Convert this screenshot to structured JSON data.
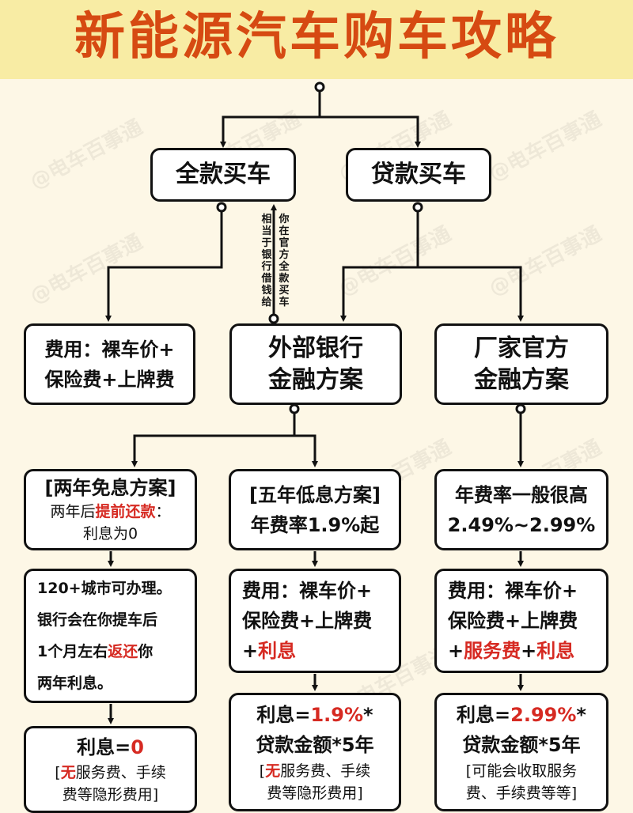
{
  "title": "新能源汽车购车攻略",
  "watermark": "@电车百事通",
  "colors": {
    "title": "#d64a12",
    "title_bg": "#f8eca4",
    "accent_red": "#d62a22",
    "bg": "#fdf7e6"
  },
  "nodes": {
    "full_pay": "全款买车",
    "loan": "贷款买车",
    "full_cost_l1": "费用：裸车价+",
    "full_cost_l2": "保险费+上牌费",
    "bank": {
      "l1": "外部银行",
      "l2": "金融方案"
    },
    "maker": {
      "l1": "厂家官方",
      "l2": "金融方案"
    },
    "vertical_left": "相当于银行借钱给",
    "vertical_right": "你在官方全款买车"
  },
  "bank_plans": {
    "two_year": {
      "title": "[两年免息方案]",
      "l2_pre": "两年后",
      "l2_red": "提前还款",
      "l2_post": "：",
      "l3": "利息为0",
      "detail_l1": "120+城市可办理。",
      "detail_l2": "银行会在你提车后",
      "detail_l3_pre": "1个月左右",
      "detail_l3_red": "返还",
      "detail_l3_post": "你",
      "detail_l4": "两年利息。",
      "result_pre": "利息=",
      "result_red": "0",
      "note_red": "无",
      "note_l1": "服务费、手续",
      "note_l2": "费等隐形费用]",
      "note_open": "["
    },
    "five_year": {
      "title": "[五年低息方案]",
      "rate": "年费率1.9%起",
      "cost_l1": "费用：裸车价+",
      "cost_l2": "保险费+上牌费",
      "cost_l3_plus": "+",
      "cost_l3_red": "利息",
      "result_pre": "利息=",
      "result_red": "1.9%",
      "result_post": "*",
      "result_l2": "贷款金额*5年",
      "note_open": "[",
      "note_red": "无",
      "note_l1": "服务费、手续",
      "note_l2": "费等隐形费用]"
    }
  },
  "maker_plan": {
    "rate_l1": "年费率一般很高",
    "rate_l2": "2.49%~2.99%",
    "cost_l1": "费用：裸车价+",
    "cost_l2": "保险费+上牌费",
    "cost_l3_plus1": "+",
    "cost_l3_red1": "服务费",
    "cost_l3_plus2": "+",
    "cost_l3_red2": "利息",
    "result_pre": "利息=",
    "result_red": "2.99%",
    "result_post": "*",
    "result_l2": "贷款金额*5年",
    "note_l1": "[可能会收取服务",
    "note_l2": "费、手续费等等]"
  }
}
